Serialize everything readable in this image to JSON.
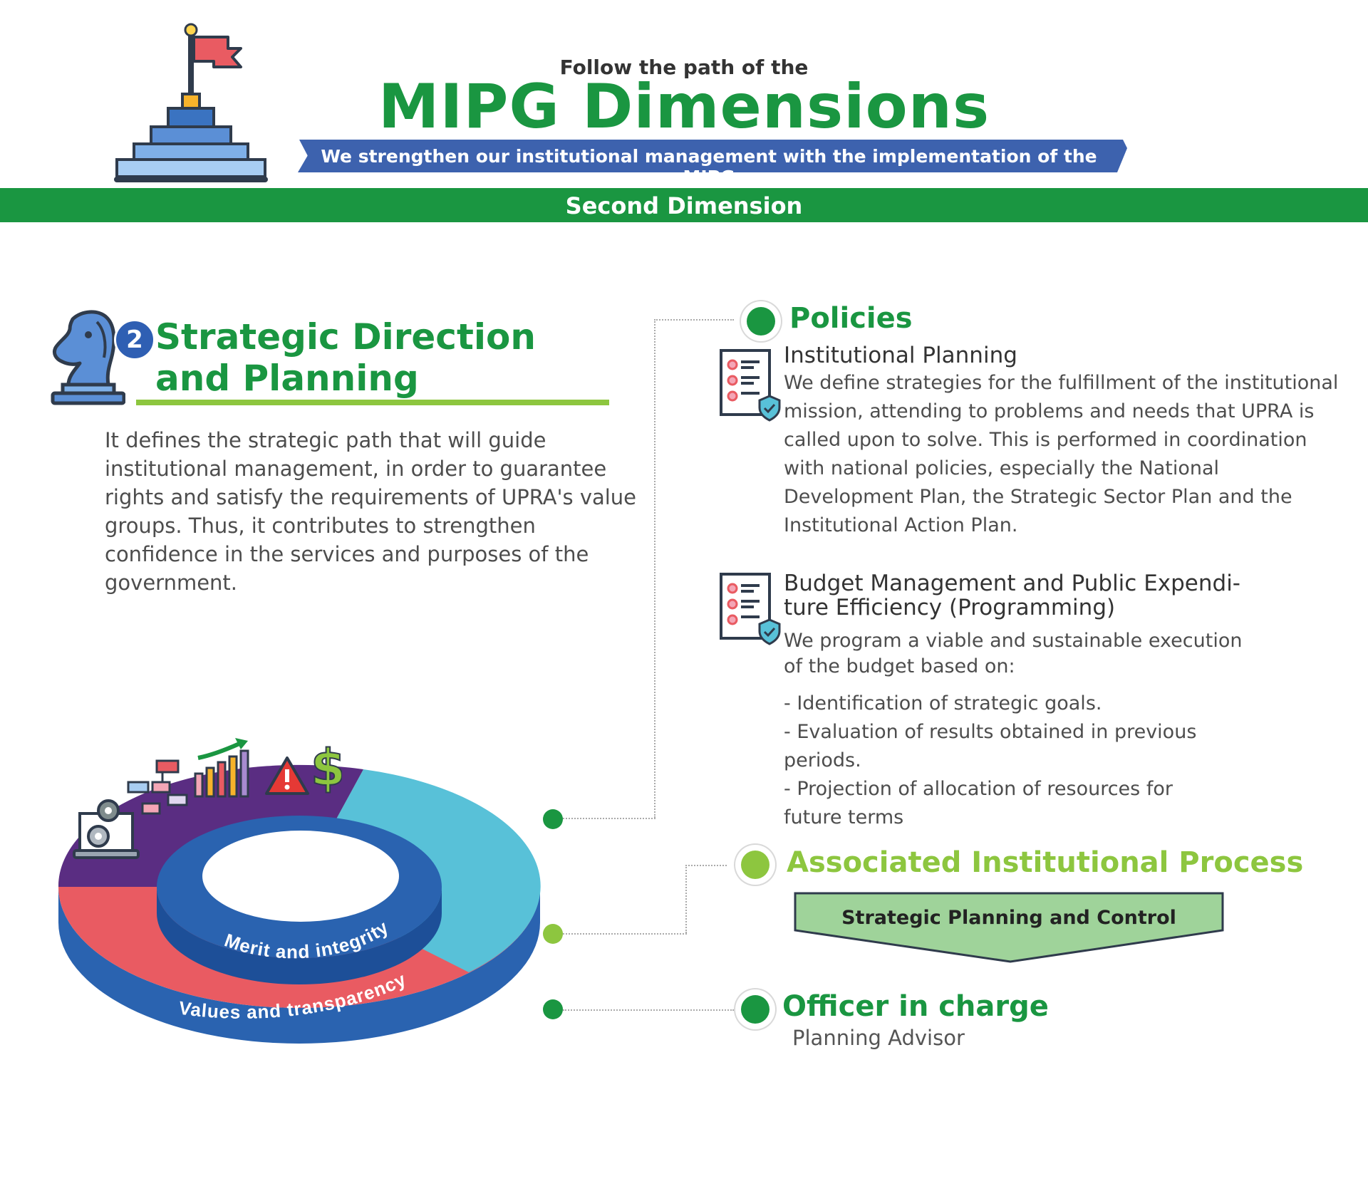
{
  "header": {
    "pre_title": "Follow the path of the",
    "title": "MIPG Dimensions",
    "ribbon_text": "We strengthen our institutional management with the implementation of the MIPG",
    "bar_text": "Second Dimension"
  },
  "section": {
    "number": "2",
    "title_line1": "Strategic Direction",
    "title_line2": "and Planning",
    "description": "It defines the strategic path that will guide institutional management, in order to guarantee rights and satisfy the requirements of UPRA's value groups. Thus, it contributes to strengthen confidence in the services and purposes of the government."
  },
  "ring": {
    "inner_label": "Merit and integrity",
    "outer_label": "Values and transparency"
  },
  "policies": {
    "heading": "Policies",
    "items": [
      {
        "title": "Institutional Planning",
        "body": "We define strategies for the fulfillment of the institutional mission, attending to problems and needs that UPRA is called upon to solve. This is performed in coordination with national policies, especially the National Development Plan, the Strategic Sector Plan and the Institutional Action Plan."
      },
      {
        "title_line1": "Budget Management and Public Expendi-",
        "title_line2": "ture Efficiency (Programming)",
        "intro_line1": "We program a viable and sustainable execution",
        "intro_line2": "of the budget based on:",
        "bullet1": "- Identification of strategic goals.",
        "bullet2_line1": "- Evaluation of results obtained in previous",
        "bullet2_line2": "periods.",
        "bullet3_line1": "- Projection of allocation of resources for",
        "bullet3_line2": "future terms"
      }
    ]
  },
  "process": {
    "heading": "Associated Institutional Process",
    "label": "Strategic Planning and Control"
  },
  "officer": {
    "heading": "Officer in charge",
    "role": "Planning Advisor"
  },
  "colors": {
    "green": "#1a9641",
    "lime": "#8dc63f",
    "blue": "#2f5fb3",
    "ring_purple": "#5a2d82",
    "ring_cyan": "#58c1d8",
    "ring_red": "#e95b62",
    "ring_blue": "#2a63b0",
    "process_fill": "#9fd39a"
  }
}
